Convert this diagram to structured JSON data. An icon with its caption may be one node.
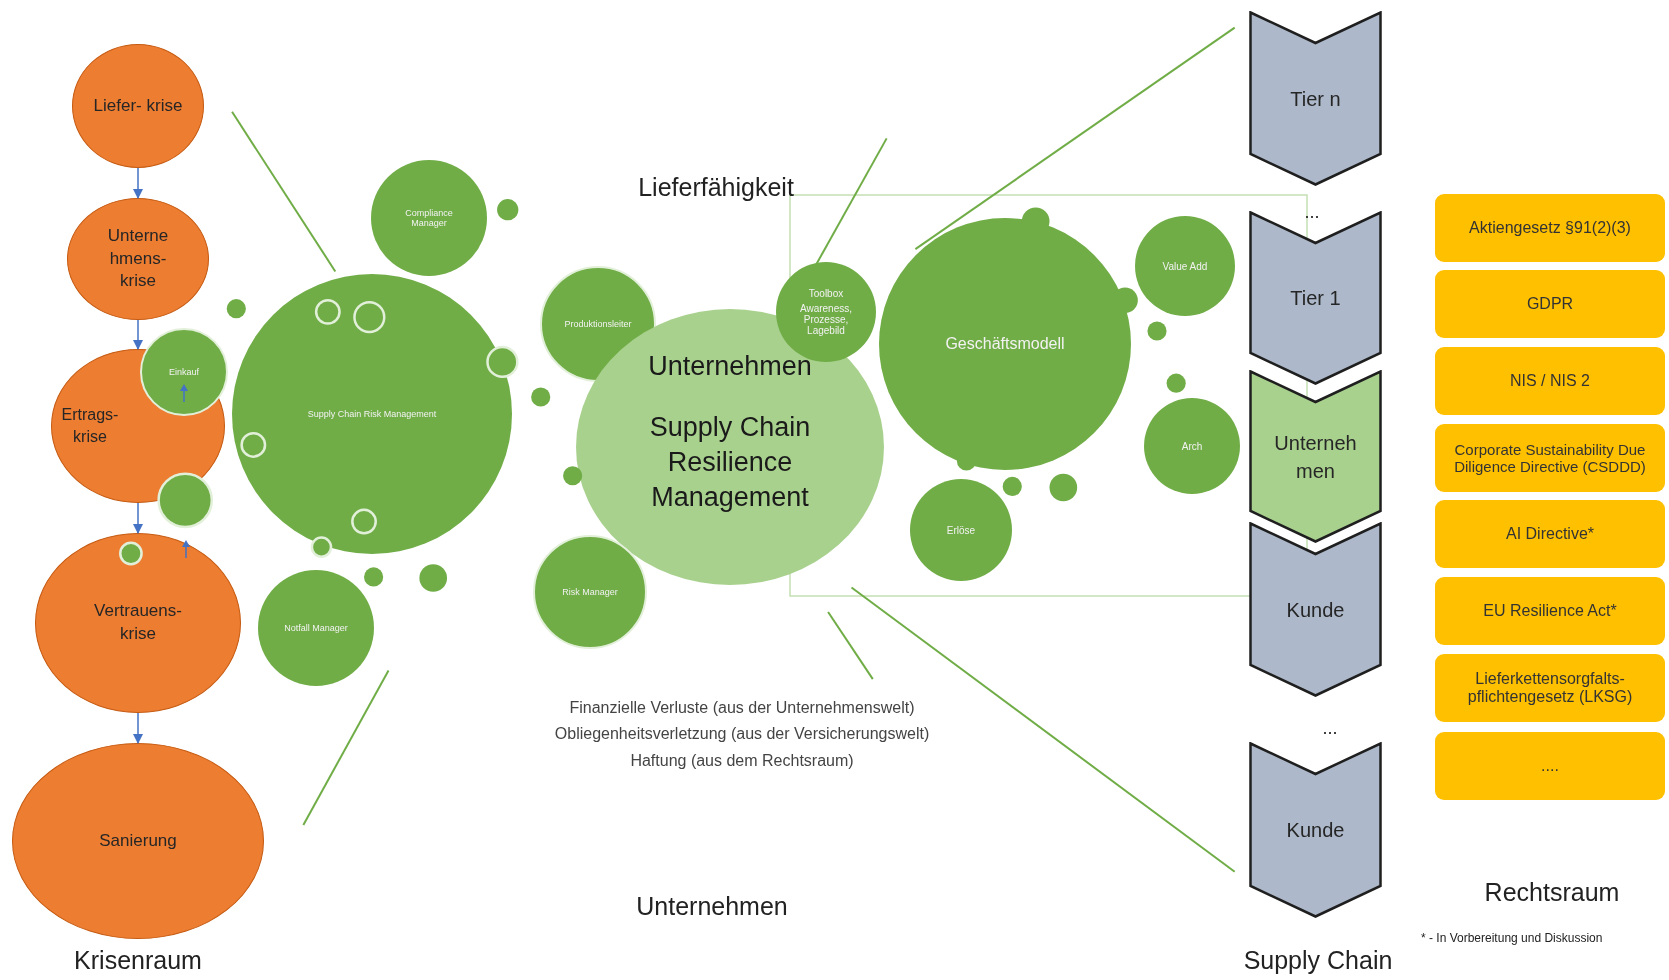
{
  "diagram": {
    "nodes": [
      {
        "text": [
          "Liefer- krise"
        ]
      },
      {
        "text": [
          "Unterne hmens- krise"
        ]
      },
      {
        "text": [
          "Ertrags- krise"
        ]
      },
      {
        "text": [
          "Vertrauens- krise"
        ]
      },
      {
        "text": [
          "Sanierung"
        ]
      },
      {
        "text": [
          "Einkauf"
        ]
      },
      {
        "text": [
          "Compliance Manager"
        ]
      },
      {
        "text": [
          "Supply Chain Risk Management"
        ]
      },
      {
        "text": [
          "Notfall Manager"
        ]
      },
      {
        "text": [
          "Produktionsleiter"
        ]
      },
      {
        "text": [
          "Unternehmen",
          "Supply Chain Resilience Management"
        ]
      },
      {
        "text": [
          "Risk Manager"
        ]
      },
      {
        "text": [
          "Toolbox",
          "Awareness, Prozesse, Lagebild"
        ]
      },
      {
        "text": [
          "Geschäftsmodell"
        ]
      },
      {
        "text": [
          "Erlöse"
        ]
      },
      {
        "text": [
          "Value Add"
        ]
      },
      {
        "text": [
          "Arch"
        ]
      },
      {
        "text": [
          "Tier n"
        ]
      },
      {
        "text": [
          "Tier 1"
        ]
      },
      {
        "text": [
          "Unterneh men"
        ]
      },
      {
        "text": [
          "Kunde"
        ]
      },
      {
        "text": [
          "Kunde"
        ]
      },
      {
        "text": [
          "Aktiengesetz §91(2)(3)"
        ]
      },
      {
        "text": [
          "GDPR"
        ]
      },
      {
        "text": [
          "NIS / NIS 2"
        ]
      },
      {
        "text": [
          "Corporate Sustainability Due Diligence Directive (CSDDD)"
        ]
      },
      {
        "text": [
          "AI Directive*"
        ]
      },
      {
        "text": [
          "EU Resilience Act*"
        ]
      },
      {
        "text": [
          "Lieferkettensorgfalts- pflichtengesetz (LKSG)"
        ]
      },
      {
        "text": [
          "...."
        ]
      }
    ],
    "edges": [
      {
        "from": 0,
        "to": 1,
        "arrow": "to"
      },
      {
        "from": 1,
        "to": 2,
        "arrow": "to"
      },
      {
        "from": 2,
        "to": 3,
        "arrow": "to"
      },
      {
        "from": 3,
        "to": 4,
        "arrow": "to"
      }
    ],
    "labels": [
      "Lieferfähigkeit",
      "...",
      "Finanzielle Verluste (aus der Unternehmenswelt)",
      "Obliegenheitsverletzung (aus der Versicherungswelt)",
      "Haftung (aus dem Rechtsraum)",
      "...",
      "Rechtsraum",
      "Unternehmen",
      "* - In Vorbereitung und Diskussion",
      "Supply Chain",
      "Krisenraum"
    ]
  }
}
